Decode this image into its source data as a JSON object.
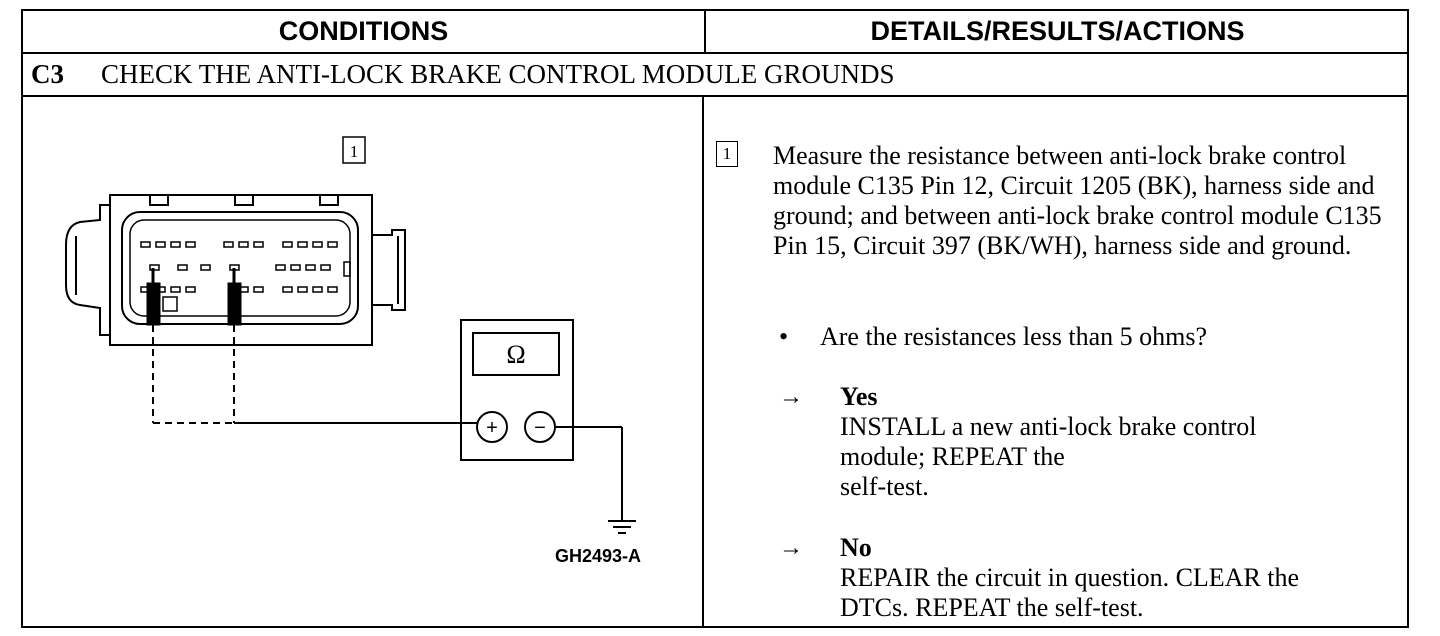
{
  "header": {
    "left": "CONDITIONS",
    "right": "DETAILS/RESULTS/ACTIONS"
  },
  "step": {
    "id": "C3",
    "title": "CHECK THE ANTI-LOCK BRAKE CONTROL MODULE GROUNDS"
  },
  "diagram": {
    "callout": "1",
    "meter_symbol": "Ω",
    "plus_symbol": "+",
    "minus_symbol": "−",
    "figure_id": "GH2493-A"
  },
  "details": {
    "callout": "1",
    "instruction": "Measure the resistance between anti-lock brake control module C135 Pin 12, Circuit 1205 (BK), harness side and ground; and between anti-lock brake control module C135 Pin 15, Circuit 397 (BK/WH), harness side and ground.",
    "bullet": "•",
    "question": "Are the resistances less than 5 ohms?",
    "arrow": "→",
    "yes": {
      "label": "Yes",
      "action": "INSTALL a new anti-lock brake control\nmodule; REPEAT the\nself-test."
    },
    "no": {
      "label": "No",
      "action": "REPAIR the circuit in question. CLEAR the\nDTCs. REPEAT the self-test."
    }
  }
}
